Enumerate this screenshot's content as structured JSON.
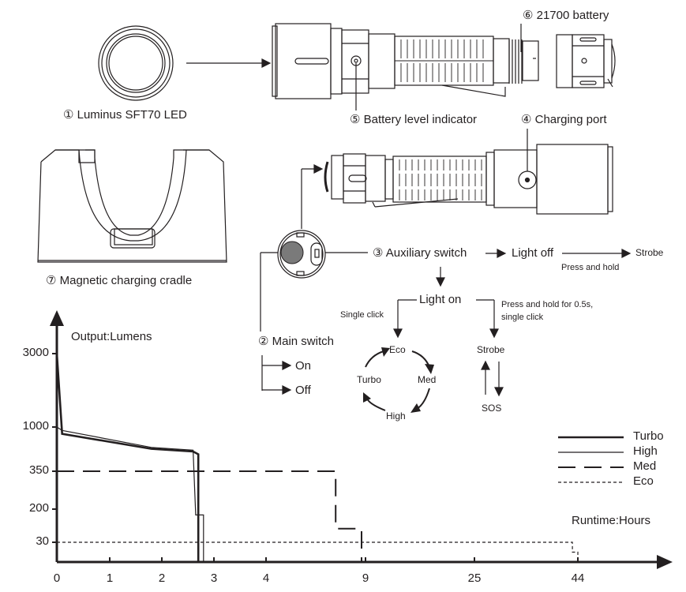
{
  "components": {
    "led": {
      "num": "①",
      "label": "Luminus SFT70 LED"
    },
    "main_switch": {
      "num": "②",
      "label": "Main switch",
      "on": "On",
      "off": "Off"
    },
    "aux_switch": {
      "num": "③",
      "label": "Auxiliary switch"
    },
    "charging_port": {
      "num": "④",
      "label": "Charging port"
    },
    "battery_indicator": {
      "num": "⑤",
      "label": "Battery level indicator"
    },
    "battery": {
      "num": "⑥",
      "label": "21700 battery"
    },
    "cradle": {
      "num": "⑦",
      "label": "Magnetic charging cradle"
    }
  },
  "ui_flow": {
    "light_off": "Light off",
    "light_off_action": "Press and hold",
    "light_off_result": "Strobe",
    "light_on": "Light on",
    "single_click": "Single click",
    "hold_action_line1": "Press and hold for 0.5s,",
    "hold_action_line2": "single click",
    "cycle": [
      "Eco",
      "Med",
      "High",
      "Turbo"
    ],
    "special": [
      "Strobe",
      "SOS"
    ]
  },
  "chart_data": {
    "type": "line",
    "title": "",
    "ylabel": "Output:Lumens",
    "xlabel": "Runtime:Hours",
    "x_ticks": [
      0,
      1,
      2,
      3,
      4,
      9,
      25,
      44
    ],
    "y_ticks": [
      30,
      200,
      350,
      1000,
      3000
    ],
    "x_scale": "non-linear (categorical tick spacing)",
    "y_scale": "non-linear (categorical tick spacing)",
    "grid": false,
    "legend_position": "right",
    "series": [
      {
        "name": "Turbo",
        "style": "thick-solid",
        "points": [
          [
            0,
            3000
          ],
          [
            0.1,
            900
          ],
          [
            1.8,
            680
          ],
          [
            2.6,
            640
          ],
          [
            2.7,
            600
          ],
          [
            2.7,
            0
          ]
        ]
      },
      {
        "name": "High",
        "style": "thin-solid",
        "points": [
          [
            0,
            1000
          ],
          [
            0.1,
            950
          ],
          [
            1.8,
            700
          ],
          [
            2.6,
            660
          ],
          [
            2.65,
            170
          ],
          [
            2.8,
            170
          ],
          [
            2.8,
            0
          ]
        ]
      },
      {
        "name": "Med",
        "style": "long-dash",
        "points": [
          [
            0,
            350
          ],
          [
            7.5,
            350
          ],
          [
            7.5,
            100
          ],
          [
            8.8,
            100
          ],
          [
            8.8,
            30
          ],
          [
            8.8,
            0
          ]
        ]
      },
      {
        "name": "Eco",
        "style": "short-dash",
        "points": [
          [
            0,
            30
          ],
          [
            43,
            30
          ],
          [
            43,
            15
          ],
          [
            44,
            15
          ],
          [
            44,
            0
          ]
        ]
      }
    ]
  }
}
